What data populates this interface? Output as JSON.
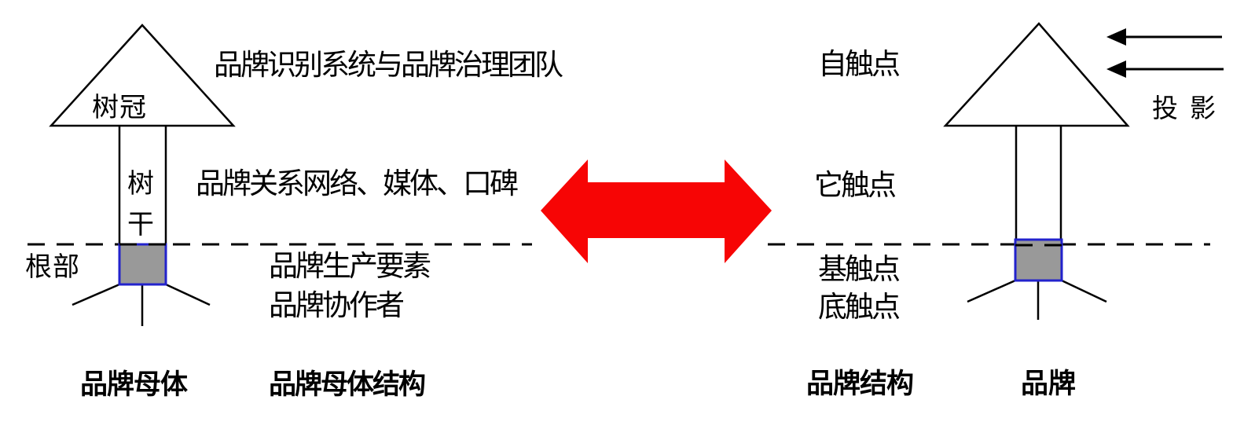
{
  "diagram": {
    "left_tree": {
      "crown_label": "树冠",
      "trunk_label_line1": "树",
      "trunk_label_line2": "干",
      "root_label": "根部",
      "caption": "品牌母体"
    },
    "left_structure": {
      "row_crown": "品牌识别系统与品牌治理团队",
      "row_trunk": "品牌关系网络、媒体、口碑",
      "row_root1": "品牌生产要素",
      "row_root2": "品牌协作者",
      "caption": "品牌母体结构"
    },
    "right_structure": {
      "row_crown": "自触点",
      "row_trunk": "它触点",
      "row_root1": "基触点",
      "row_root2": "底触点",
      "caption": "品牌结构"
    },
    "right_tree": {
      "projection_label": "投影",
      "caption": "品牌"
    },
    "colors": {
      "double_arrow_red": "#F70505",
      "square_fill_gray": "#999999",
      "square_border_blue": "#2222CC",
      "line_black": "#000000"
    }
  }
}
